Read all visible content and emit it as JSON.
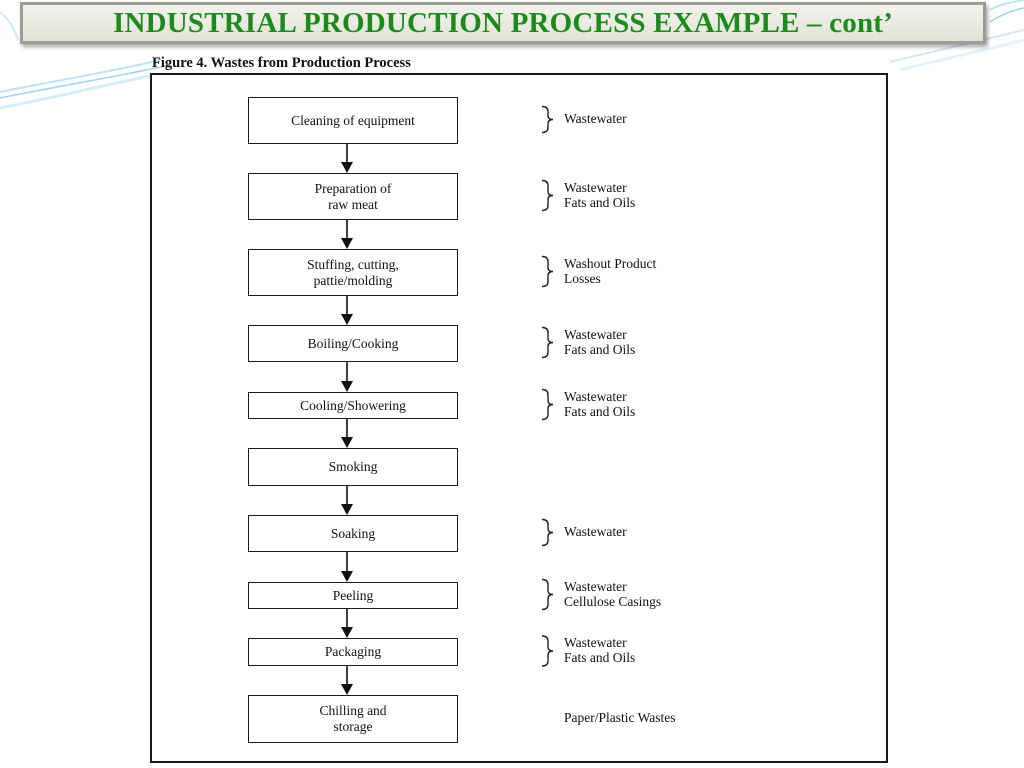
{
  "slide": {
    "title": "INDUSTRIAL PRODUCTION PROCESS EXAMPLE – cont’"
  },
  "figure": {
    "caption": "Figure 4. Wastes from Production Process",
    "steps": [
      {
        "label": "Cleaning of equipment",
        "wastes": "Wastewater"
      },
      {
        "label": "Preparation of\nraw meat",
        "wastes": "Wastewater\nFats and Oils"
      },
      {
        "label": "Stuffing, cutting,\npattie/molding",
        "wastes": "Washout Product\nLosses"
      },
      {
        "label": "Boiling/Cooking",
        "wastes": "Wastewater\nFats and Oils"
      },
      {
        "label": "Cooling/Showering",
        "wastes": "Wastewater\nFats and Oils"
      },
      {
        "label": "Smoking",
        "wastes": ""
      },
      {
        "label": "Soaking",
        "wastes": "Wastewater"
      },
      {
        "label": "Peeling",
        "wastes": "Wastewater\nCellulose Casings"
      },
      {
        "label": "Packaging",
        "wastes": "Wastewater\nFats and Oils"
      },
      {
        "label": "Chilling and\nstorage",
        "wastes": "Paper/Plastic Wastes"
      }
    ]
  }
}
